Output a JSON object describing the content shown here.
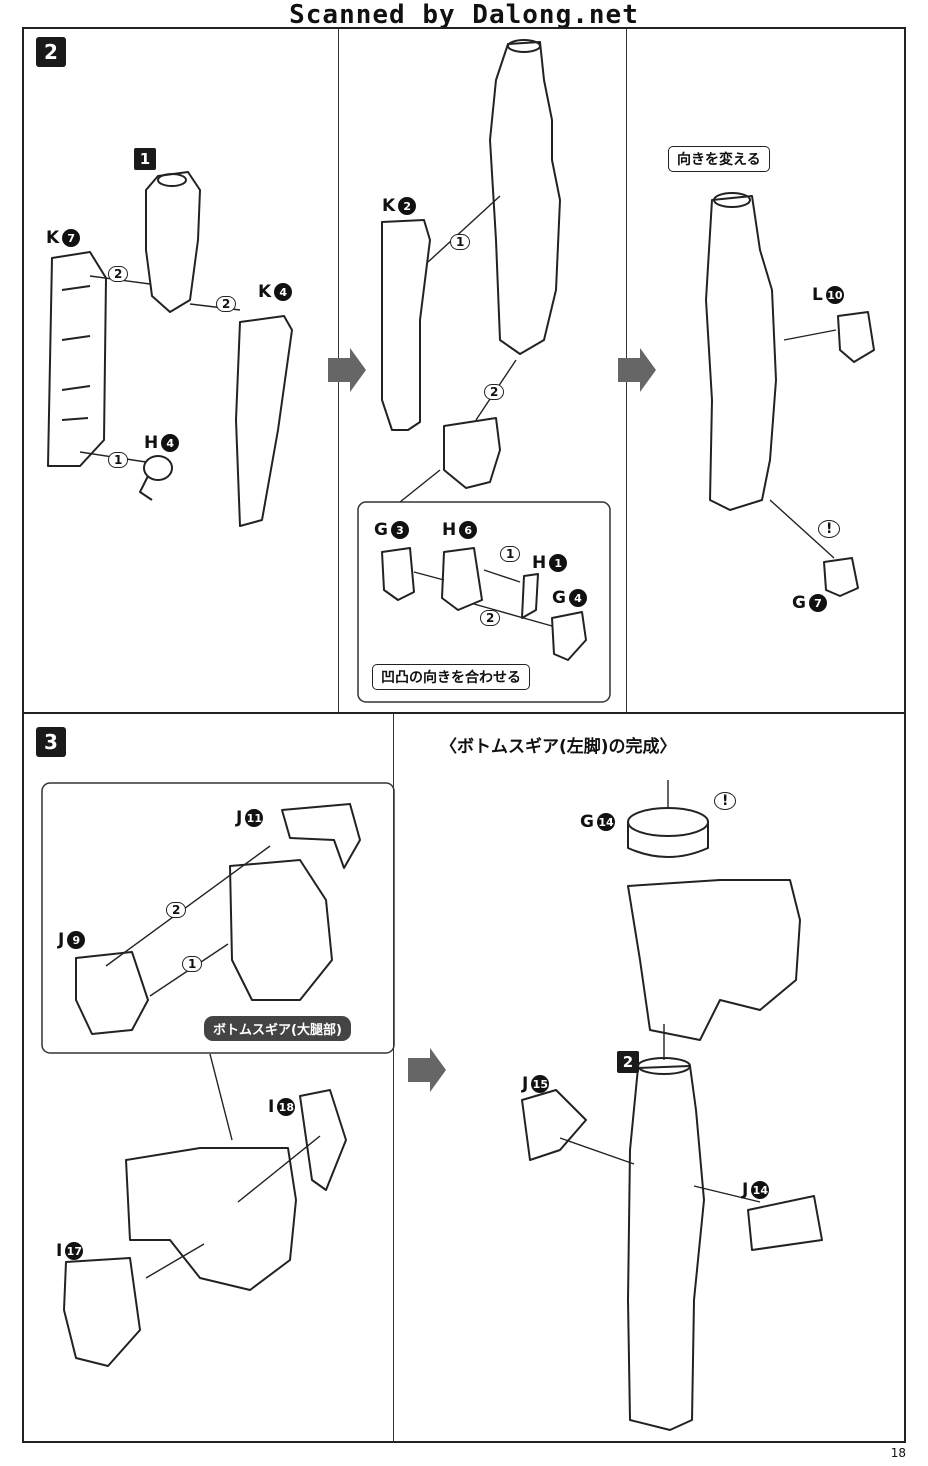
{
  "watermark": "Scanned by Dalong.net",
  "page_number": "18",
  "steps": {
    "two": "2",
    "three": "3",
    "sub_one": "1",
    "sub_two": "2"
  },
  "parts": {
    "k7": "K",
    "k7_n": "7",
    "k4": "K",
    "k4_n": "4",
    "h4": "H",
    "h4_n": "4",
    "k2": "K",
    "k2_n": "2",
    "g3": "G",
    "g3_n": "3",
    "h6": "H",
    "h6_n": "6",
    "h1": "H",
    "h1_n": "1",
    "g4": "G",
    "g4_n": "4",
    "l10": "L",
    "l10_n": "10",
    "g7": "G",
    "g7_n": "7",
    "j11": "J",
    "j11_n": "11",
    "j9": "J",
    "j9_n": "9",
    "i18": "I",
    "i18_n": "18",
    "i17": "I",
    "i17_n": "17",
    "g14": "G",
    "g14_n": "14",
    "j15": "J",
    "j15_n": "15",
    "j14": "J",
    "j14_n": "14"
  },
  "order_marks": [
    "1",
    "2"
  ],
  "callouts": {
    "change_direction": "向きを変える",
    "align_concave": "凹凸の向きを合わせる",
    "thigh": "ボトムスギア(大腿部)"
  },
  "headings": {
    "completion": "〈ボトムスギア(左脚)の完成〉"
  },
  "warning_mark": "!"
}
